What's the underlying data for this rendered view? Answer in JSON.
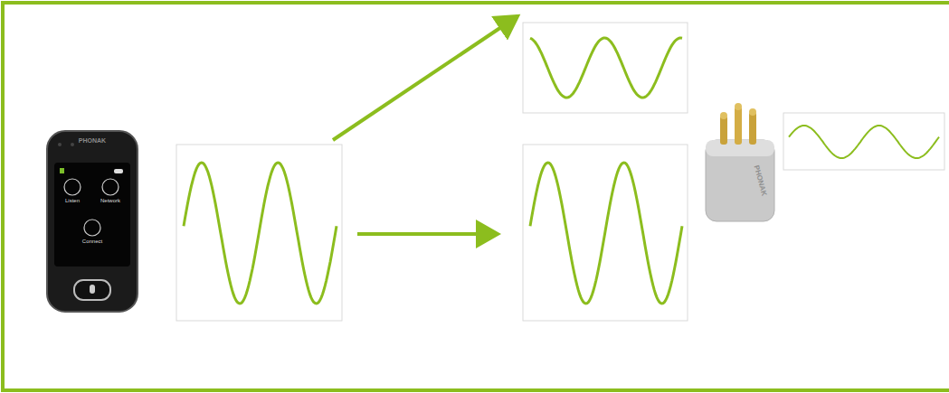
{
  "diagram": {
    "labels": [
      "PHONAK",
      "Listen",
      "Network",
      "Connect",
      "PHONAK"
    ]
  }
}
